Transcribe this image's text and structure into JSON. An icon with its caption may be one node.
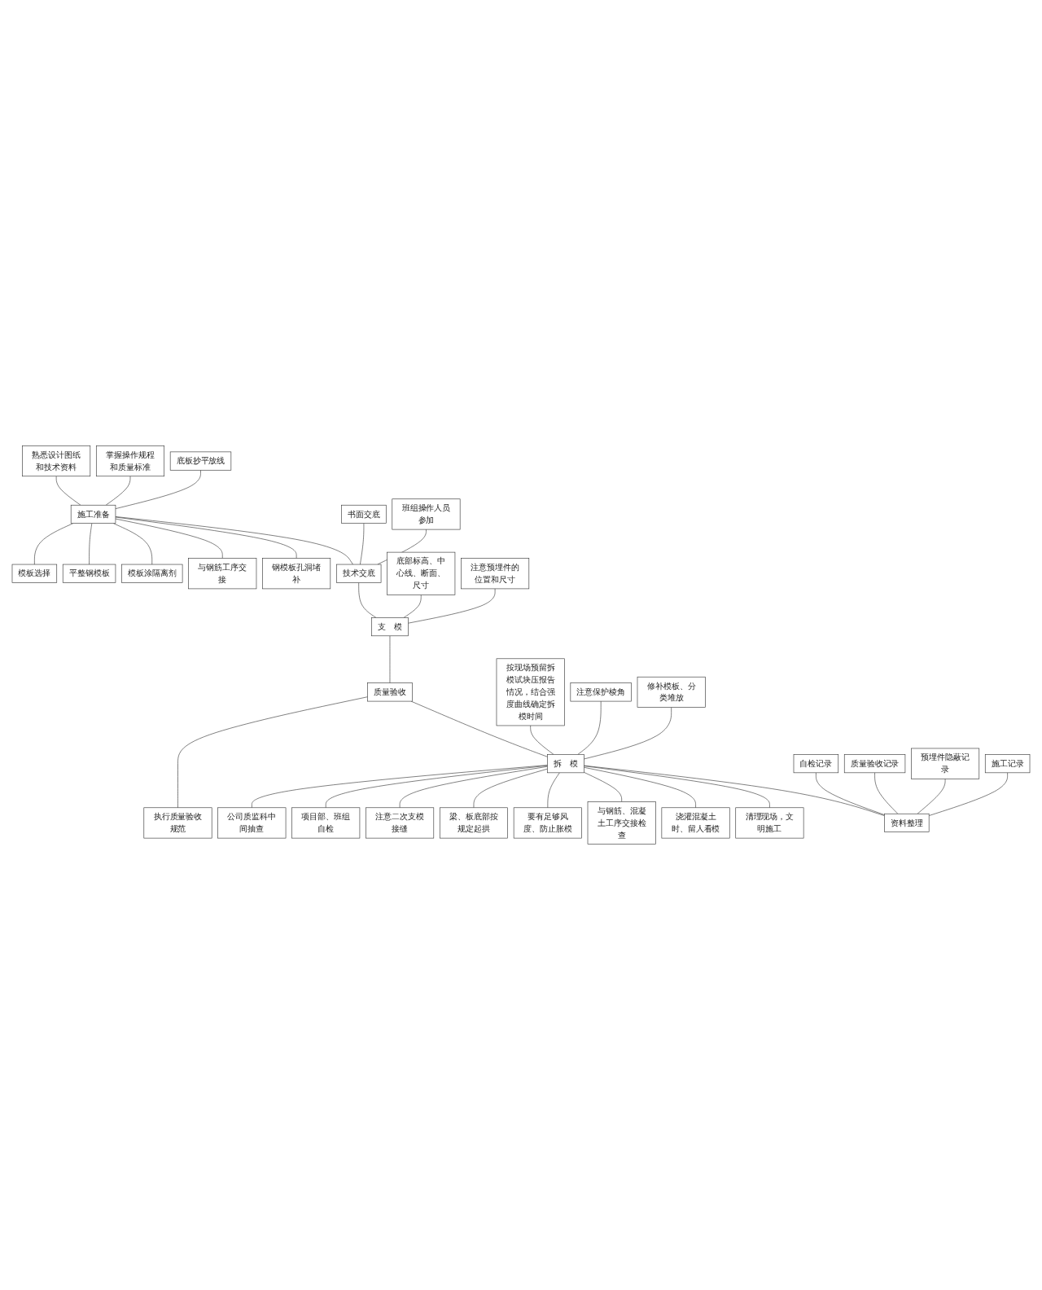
{
  "diagram": {
    "nodes": [
      {
        "text": [
          "施工准备"
        ]
      },
      {
        "text": [
          "熟悉设计图纸和技术资料"
        ]
      },
      {
        "text": [
          "掌握操作规程和质量标准"
        ]
      },
      {
        "text": [
          "底板抄平放线"
        ]
      },
      {
        "text": [
          "模板选择"
        ]
      },
      {
        "text": [
          "平整钢模板"
        ]
      },
      {
        "text": [
          "模板涂隔离剂"
        ]
      },
      {
        "text": [
          "与钢筋工序交接"
        ]
      },
      {
        "text": [
          "钢模板孔洞堵补"
        ]
      },
      {
        "text": [
          "技术交底"
        ]
      },
      {
        "text": [
          "书面交底"
        ]
      },
      {
        "text": [
          "班组操作人员参加"
        ]
      },
      {
        "text": [
          "底部标高、中心线、断面、尺寸"
        ]
      },
      {
        "text": [
          "注意预埋件的位置和尺寸"
        ]
      },
      {
        "text": [
          "支　模"
        ]
      },
      {
        "text": [
          "质量验收"
        ]
      },
      {
        "text": [
          "执行质量验收规范"
        ]
      },
      {
        "text": [
          "公司质监科中间抽查"
        ]
      },
      {
        "text": [
          "项目部、班组自检"
        ]
      },
      {
        "text": [
          "注意二次支模接缝"
        ]
      },
      {
        "text": [
          "梁、板底部按规定起拱"
        ]
      },
      {
        "text": [
          "要有足够风度、防止胀模"
        ]
      },
      {
        "text": [
          "与钢筋、混凝土工序交接检查"
        ]
      },
      {
        "text": [
          "浇灌混凝土时、留人看模"
        ]
      },
      {
        "text": [
          "清理现场，文明施工"
        ]
      },
      {
        "text": [
          "按现场预留拆模试块压报告情况，结合强度曲线确定拆模时间"
        ]
      },
      {
        "text": [
          "注意保护棱角"
        ]
      },
      {
        "text": [
          "修补模板、分类堆放"
        ]
      },
      {
        "text": [
          "拆　模"
        ]
      },
      {
        "text": [
          "自检记录"
        ]
      },
      {
        "text": [
          "质量验收记录"
        ]
      },
      {
        "text": [
          "预埋件隐蔽记录"
        ]
      },
      {
        "text": [
          "施工记录"
        ]
      },
      {
        "text": [
          "资料整理"
        ]
      }
    ],
    "edges": [
      {
        "from": 1,
        "to": 0,
        "arrow": "none"
      },
      {
        "from": 2,
        "to": 0,
        "arrow": "none"
      },
      {
        "from": 3,
        "to": 0,
        "arrow": "none"
      },
      {
        "from": 0,
        "to": 4,
        "arrow": "none"
      },
      {
        "from": 0,
        "to": 5,
        "arrow": "none"
      },
      {
        "from": 0,
        "to": 6,
        "arrow": "none"
      },
      {
        "from": 0,
        "to": 7,
        "arrow": "none"
      },
      {
        "from": 0,
        "to": 8,
        "arrow": "none"
      },
      {
        "from": 0,
        "to": 9,
        "arrow": "none"
      },
      {
        "from": 10,
        "to": 9,
        "arrow": "none"
      },
      {
        "from": 11,
        "to": 9,
        "arrow": "none"
      },
      {
        "from": 9,
        "to": 14,
        "arrow": "none"
      },
      {
        "from": 12,
        "to": 14,
        "arrow": "none"
      },
      {
        "from": 13,
        "to": 14,
        "arrow": "none"
      },
      {
        "from": 14,
        "to": 15,
        "arrow": "none"
      },
      {
        "from": 15,
        "to": 16,
        "arrow": "none"
      },
      {
        "from": 15,
        "to": 28,
        "arrow": "none"
      },
      {
        "from": 28,
        "to": 17,
        "arrow": "none"
      },
      {
        "from": 28,
        "to": 18,
        "arrow": "none"
      },
      {
        "from": 28,
        "to": 19,
        "arrow": "none"
      },
      {
        "from": 28,
        "to": 20,
        "arrow": "none"
      },
      {
        "from": 28,
        "to": 21,
        "arrow": "none"
      },
      {
        "from": 28,
        "to": 22,
        "arrow": "none"
      },
      {
        "from": 28,
        "to": 23,
        "arrow": "none"
      },
      {
        "from": 25,
        "to": 28,
        "arrow": "none"
      },
      {
        "from": 26,
        "to": 28,
        "arrow": "none"
      },
      {
        "from": 27,
        "to": 28,
        "arrow": "none"
      },
      {
        "from": 28,
        "to": 24,
        "arrow": "none"
      },
      {
        "from": 28,
        "to": 33,
        "arrow": "none"
      },
      {
        "from": 29,
        "to": 33,
        "arrow": "none"
      },
      {
        "from": 30,
        "to": 33,
        "arrow": "none"
      },
      {
        "from": 31,
        "to": 33,
        "arrow": "none"
      },
      {
        "from": 32,
        "to": 33,
        "arrow": "none"
      }
    ]
  }
}
